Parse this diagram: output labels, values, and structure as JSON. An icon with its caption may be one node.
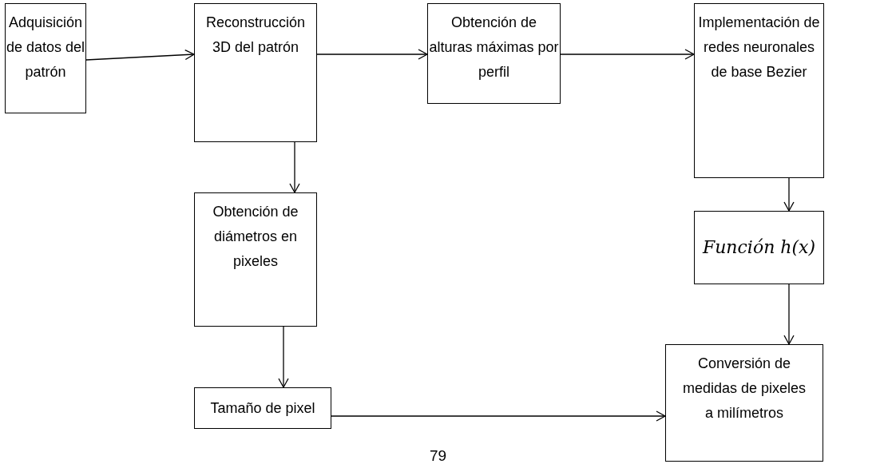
{
  "diagram": {
    "nodes": [
      {
        "text": [
          "Adquisición de datos del patrón"
        ]
      },
      {
        "text": [
          "Reconstrucción 3D del patrón"
        ]
      },
      {
        "text": [
          "Obtención de alturas máximas por perfil"
        ]
      },
      {
        "text": [
          "Implementación de redes neuronales de base Bezier"
        ]
      },
      {
        "text": [
          "Obtención de diámetros en pixeles"
        ]
      },
      {
        "text": [
          "Función h(x)"
        ]
      },
      {
        "text": [
          "Tamaño de pixel"
        ]
      },
      {
        "text": [
          "Conversión de medidas de pixeles a milímetros"
        ]
      }
    ],
    "edges": [
      {
        "from": 0,
        "to": 1,
        "arrow": "to"
      },
      {
        "from": 1,
        "to": 2,
        "arrow": "to"
      },
      {
        "from": 2,
        "to": 3,
        "arrow": "to"
      },
      {
        "from": 1,
        "to": 4,
        "arrow": "to"
      },
      {
        "from": 3,
        "to": 5,
        "arrow": "to"
      },
      {
        "from": 4,
        "to": 6,
        "arrow": "to"
      },
      {
        "from": 5,
        "to": 7,
        "arrow": "to"
      },
      {
        "from": 6,
        "to": 7,
        "arrow": "to"
      }
    ],
    "labels": [
      "79"
    ]
  }
}
